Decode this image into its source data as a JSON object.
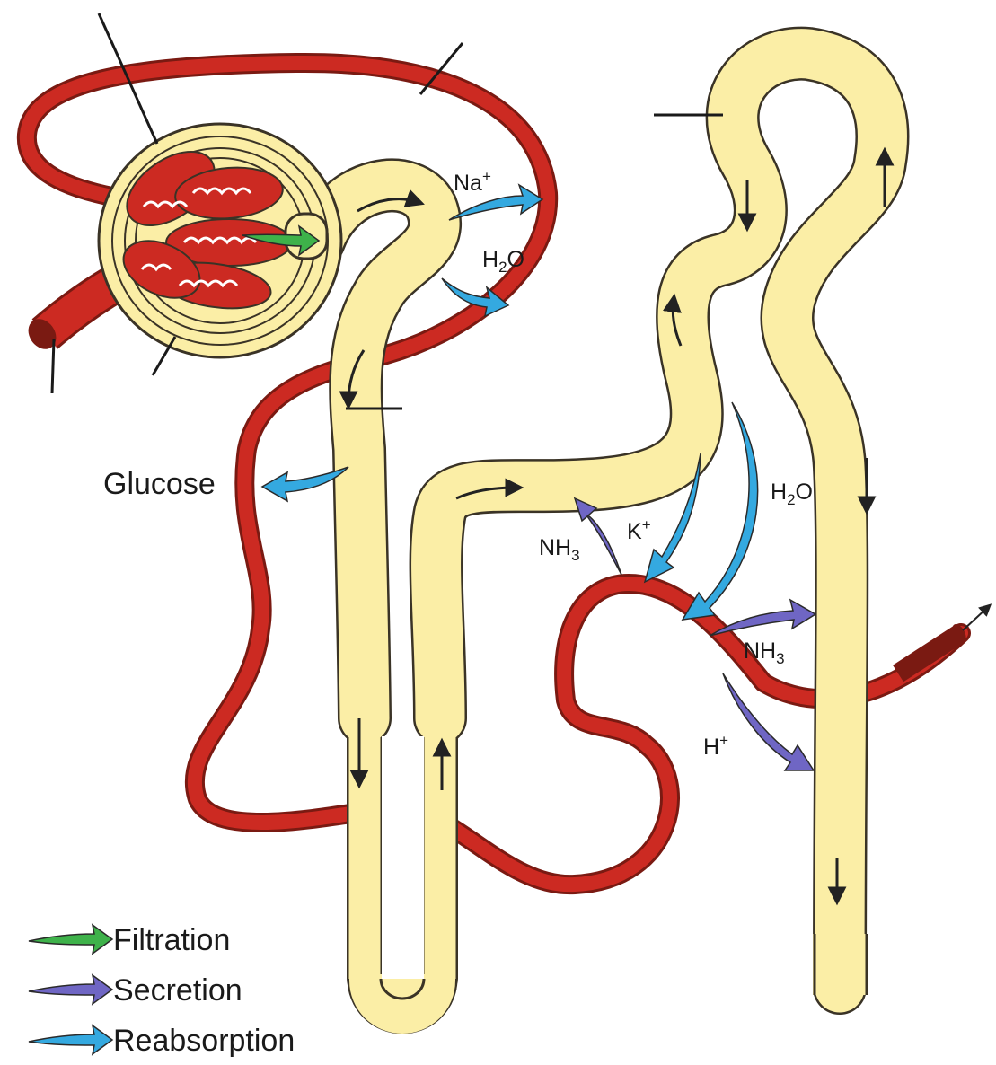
{
  "colors": {
    "vessel": "#cc2a22",
    "vessel_dark": "#7a1a12",
    "tubule": "#fbeea6",
    "tubule_outline": "#3a3326",
    "filtration": "#3eb24a",
    "secretion": "#6f66c4",
    "reabsorption": "#34a9e0"
  },
  "labels": {
    "na": {
      "base": "Na",
      "sup": "+"
    },
    "h2o_top": {
      "pre": "H",
      "sub": "2",
      "post": "O"
    },
    "glucose": "Glucose",
    "nh3_left": {
      "pre": "NH",
      "sub": "3"
    },
    "k": {
      "base": "K",
      "sup": "+"
    },
    "h2o_right": {
      "pre": "H",
      "sub": "2",
      "post": "O"
    },
    "nh3_right": {
      "pre": "NH",
      "sub": "3"
    },
    "h": {
      "base": "H",
      "sup": "+"
    }
  },
  "legend": [
    {
      "label": "Filtration",
      "color_key": "filtration"
    },
    {
      "label": "Secretion",
      "color_key": "secretion"
    },
    {
      "label": "Reabsorption",
      "color_key": "reabsorption"
    }
  ]
}
